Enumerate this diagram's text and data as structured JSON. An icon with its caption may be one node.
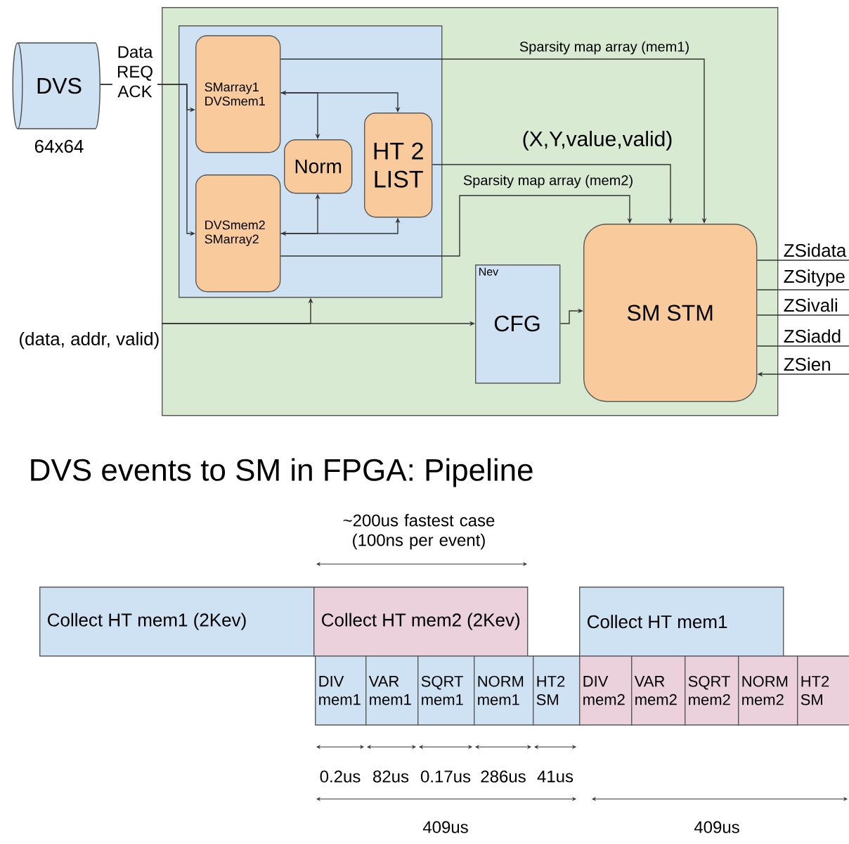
{
  "diagram": {
    "title": "DVS events to SM in FPGA: Pipeline",
    "nodes": [
      {
        "text": [
          "DVS"
        ],
        "beside": [
          "64x64"
        ]
      },
      {
        "text": [],
        "shape": "box"
      },
      {
        "text": [],
        "shape": "box",
        "in": 1
      },
      {
        "text": [
          "SMarray1 DVSmem1"
        ],
        "in": 2
      },
      {
        "text": [
          "Norm"
        ],
        "in": 2
      },
      {
        "text": [
          "HT 2 LIST"
        ],
        "in": 2
      },
      {
        "text": [
          "DVSmem2 SMarray2"
        ],
        "in": 2
      },
      {
        "text": [
          "Nev",
          "CFG"
        ],
        "in": 1
      },
      {
        "text": [
          "SM STM"
        ],
        "in": 1
      },
      {
        "text": [
          "(data, addr, valid)"
        ]
      },
      {
        "text": [
          "Collect HT mem1 (2Kev)"
        ]
      },
      {
        "text": [
          "Collect HT mem2 (2Kev)"
        ]
      },
      {
        "text": [
          "Collect HT mem1"
        ]
      },
      {
        "text": [
          "DIV mem1"
        ]
      },
      {
        "text": [
          "VAR mem1"
        ]
      },
      {
        "text": [
          "SQRT mem1"
        ]
      },
      {
        "text": [
          "NORM mem1"
        ]
      },
      {
        "text": [
          "HT2 SM"
        ]
      },
      {
        "text": [
          "DIV mem2"
        ]
      },
      {
        "text": [
          "VAR mem2"
        ]
      },
      {
        "text": [
          "SQRT mem2"
        ]
      },
      {
        "text": [
          "NORM mem2"
        ]
      },
      {
        "text": [
          "HT2 SM"
        ]
      }
    ],
    "edges": [
      {
        "from": 0,
        "to": 3,
        "arrow": "to",
        "label": "Data REQ ACK"
      },
      {
        "from": 0,
        "to": 6,
        "arrow": "to"
      },
      {
        "from": 3,
        "to": 5,
        "arrow": "both"
      },
      {
        "from": 3,
        "to": 4,
        "arrow": "to"
      },
      {
        "from": 6,
        "to": 5,
        "arrow": "both"
      },
      {
        "from": 6,
        "to": 4,
        "arrow": "to"
      },
      {
        "from": 3,
        "to": 8,
        "arrow": "to",
        "label": "Sparsity map array (mem1)"
      },
      {
        "from": 5,
        "to": 8,
        "arrow": "to",
        "label": "(X,Y,value,valid)"
      },
      {
        "from": 6,
        "to": 8,
        "arrow": "to",
        "label": "Sparsity map array (mem2)"
      },
      {
        "from": 9,
        "to": 7,
        "arrow": "to"
      },
      {
        "from": 9,
        "to": 2,
        "arrow": "to"
      },
      {
        "from": 7,
        "to": 8,
        "arrow": "to"
      },
      {
        "from": 8,
        "to": null,
        "arrow": "none",
        "label": "ZSidata"
      },
      {
        "from": 8,
        "to": null,
        "arrow": "none",
        "label": "ZSitype"
      },
      {
        "from": 8,
        "to": null,
        "arrow": "none",
        "label": "ZSivali"
      },
      {
        "from": 8,
        "to": null,
        "arrow": "none",
        "label": "ZSiadd"
      },
      {
        "from": null,
        "to": 8,
        "arrow": "to",
        "label": "ZSien"
      }
    ],
    "labels": [
      "~200us fastest case (100ns per event)",
      "0.2us",
      "82us",
      "0.17us",
      "286us",
      "41us",
      "409us",
      "409us"
    ]
  }
}
